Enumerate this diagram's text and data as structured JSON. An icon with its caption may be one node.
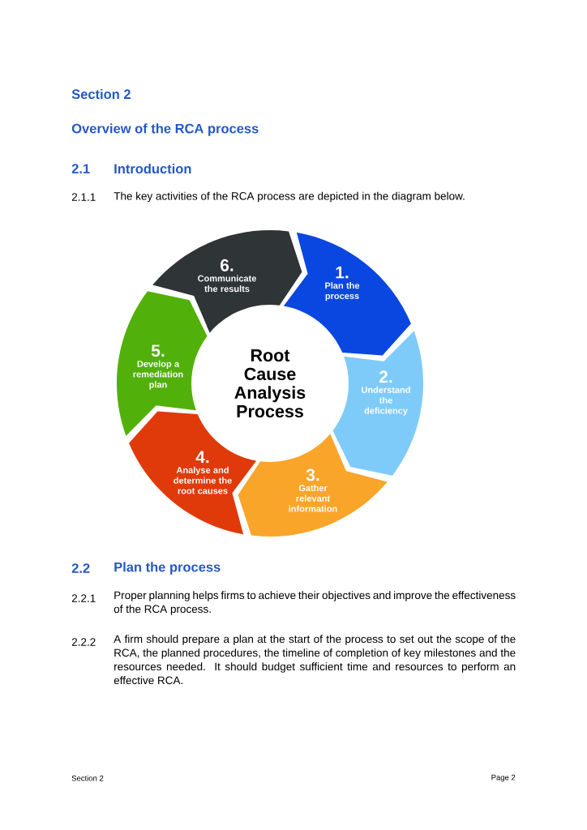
{
  "diagram": {
    "nodes": [
      {
        "text": [
          "Root Cause Analysis Process"
        ]
      },
      {
        "text": [
          "1.",
          "Plan the process"
        ]
      },
      {
        "text": [
          "2.",
          "Understand the deficiency"
        ]
      },
      {
        "text": [
          "3.",
          "Gather relevant information"
        ]
      },
      {
        "text": [
          "4.",
          "Analyse and determine the root causes"
        ]
      },
      {
        "text": [
          "5.",
          "Develop a remediation plan"
        ]
      },
      {
        "text": [
          "6.",
          "Communicate the results"
        ]
      }
    ],
    "labels": [
      "Section 2",
      "Overview of the RCA process",
      "2.1",
      "Introduction",
      "2.1.1",
      "The key activities of the RCA process are depicted in the diagram below.",
      "2.2",
      "Plan the process",
      "2.2.1",
      "Proper planning helps firms to achieve their objectives and improve the effectiveness of the RCA process.",
      "2.2.2",
      "A firm should prepare a plan at the start of the process to set out the scope of the RCA, the planned procedures, the timeline of completion of key milestones and the resources needed. It should budget sufficient time and resources to perform an effective RCA.",
      "Section 2",
      "Page 2"
    ]
  }
}
